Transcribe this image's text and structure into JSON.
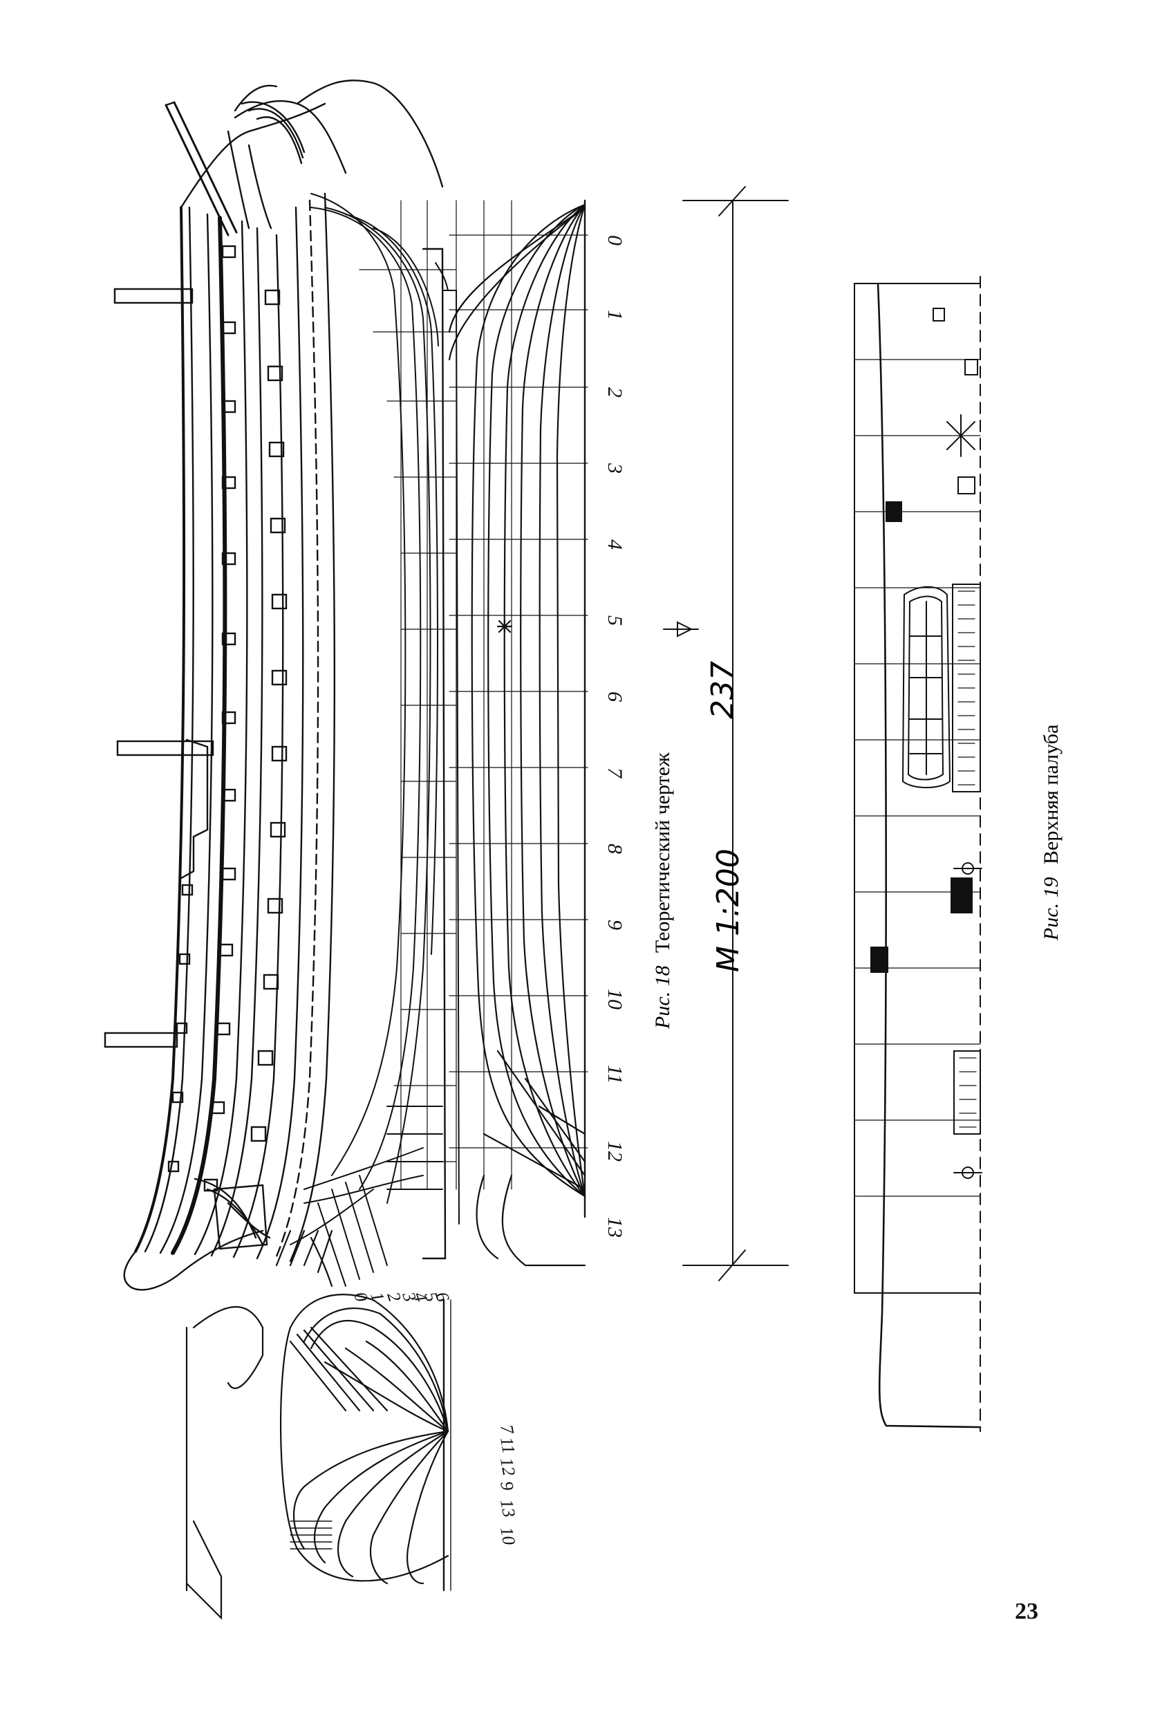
{
  "figure18": {
    "caption_prefix": "Рис. 18",
    "caption_text": "Теоретический чертеж",
    "scale": "M 1:200",
    "dimension": "237",
    "station_numbers": [
      "0",
      "1",
      "2",
      "3",
      "4",
      "5",
      "6",
      "7",
      "8",
      "9",
      "10",
      "11",
      "12",
      "13"
    ],
    "body_plan_fwd_labels": [
      "0",
      "1",
      "2",
      "3",
      "4",
      "5",
      "6"
    ],
    "body_plan_aft_labels": [
      "10",
      "13",
      "9",
      "12",
      "11",
      "7"
    ]
  },
  "figure19": {
    "caption_prefix": "Рис. 19",
    "caption_text": "Верхняя палуба"
  },
  "page_number": "23"
}
